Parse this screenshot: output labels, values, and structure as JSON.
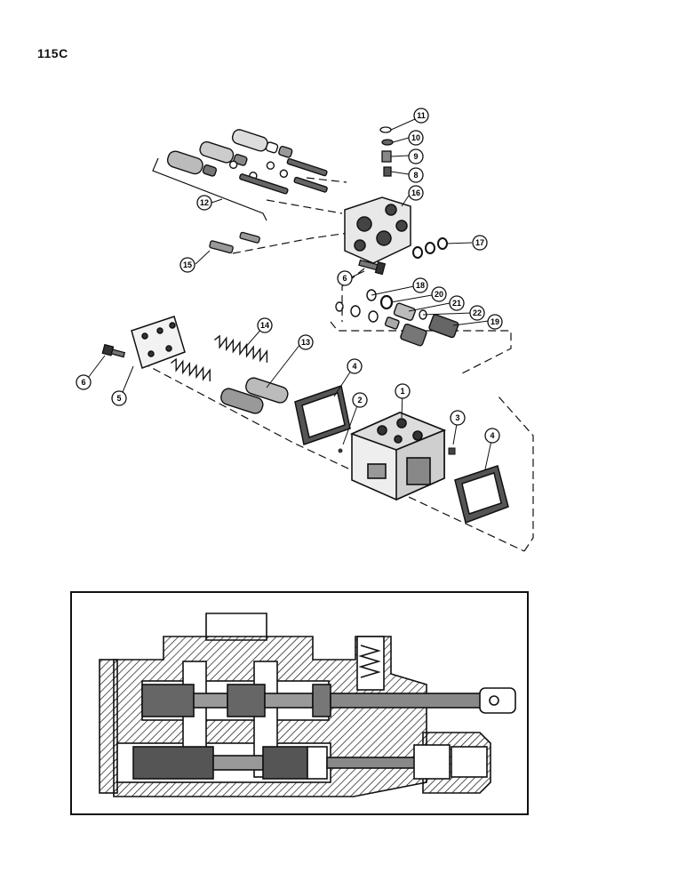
{
  "page": {
    "label": "115C"
  },
  "callouts": [
    {
      "id": "c11",
      "text": "11"
    },
    {
      "id": "c10",
      "text": "10"
    },
    {
      "id": "c9",
      "text": "9"
    },
    {
      "id": "c8",
      "text": "8"
    },
    {
      "id": "c16",
      "text": "16"
    },
    {
      "id": "c17",
      "text": "17"
    },
    {
      "id": "c12",
      "text": "12"
    },
    {
      "id": "c15",
      "text": "15"
    },
    {
      "id": "c6a",
      "text": "6"
    },
    {
      "id": "c18",
      "text": "18"
    },
    {
      "id": "c20",
      "text": "20"
    },
    {
      "id": "c21",
      "text": "21"
    },
    {
      "id": "c22",
      "text": "22"
    },
    {
      "id": "c19",
      "text": "19"
    },
    {
      "id": "c14",
      "text": "14"
    },
    {
      "id": "c13",
      "text": "13"
    },
    {
      "id": "c6b",
      "text": "6"
    },
    {
      "id": "c5",
      "text": "5"
    },
    {
      "id": "c4a",
      "text": "4"
    },
    {
      "id": "c2",
      "text": "2"
    },
    {
      "id": "c1",
      "text": "1"
    },
    {
      "id": "c3",
      "text": "3"
    },
    {
      "id": "c4b",
      "text": "4"
    }
  ],
  "colors": {
    "ink": "#111111",
    "paper": "#ffffff"
  }
}
